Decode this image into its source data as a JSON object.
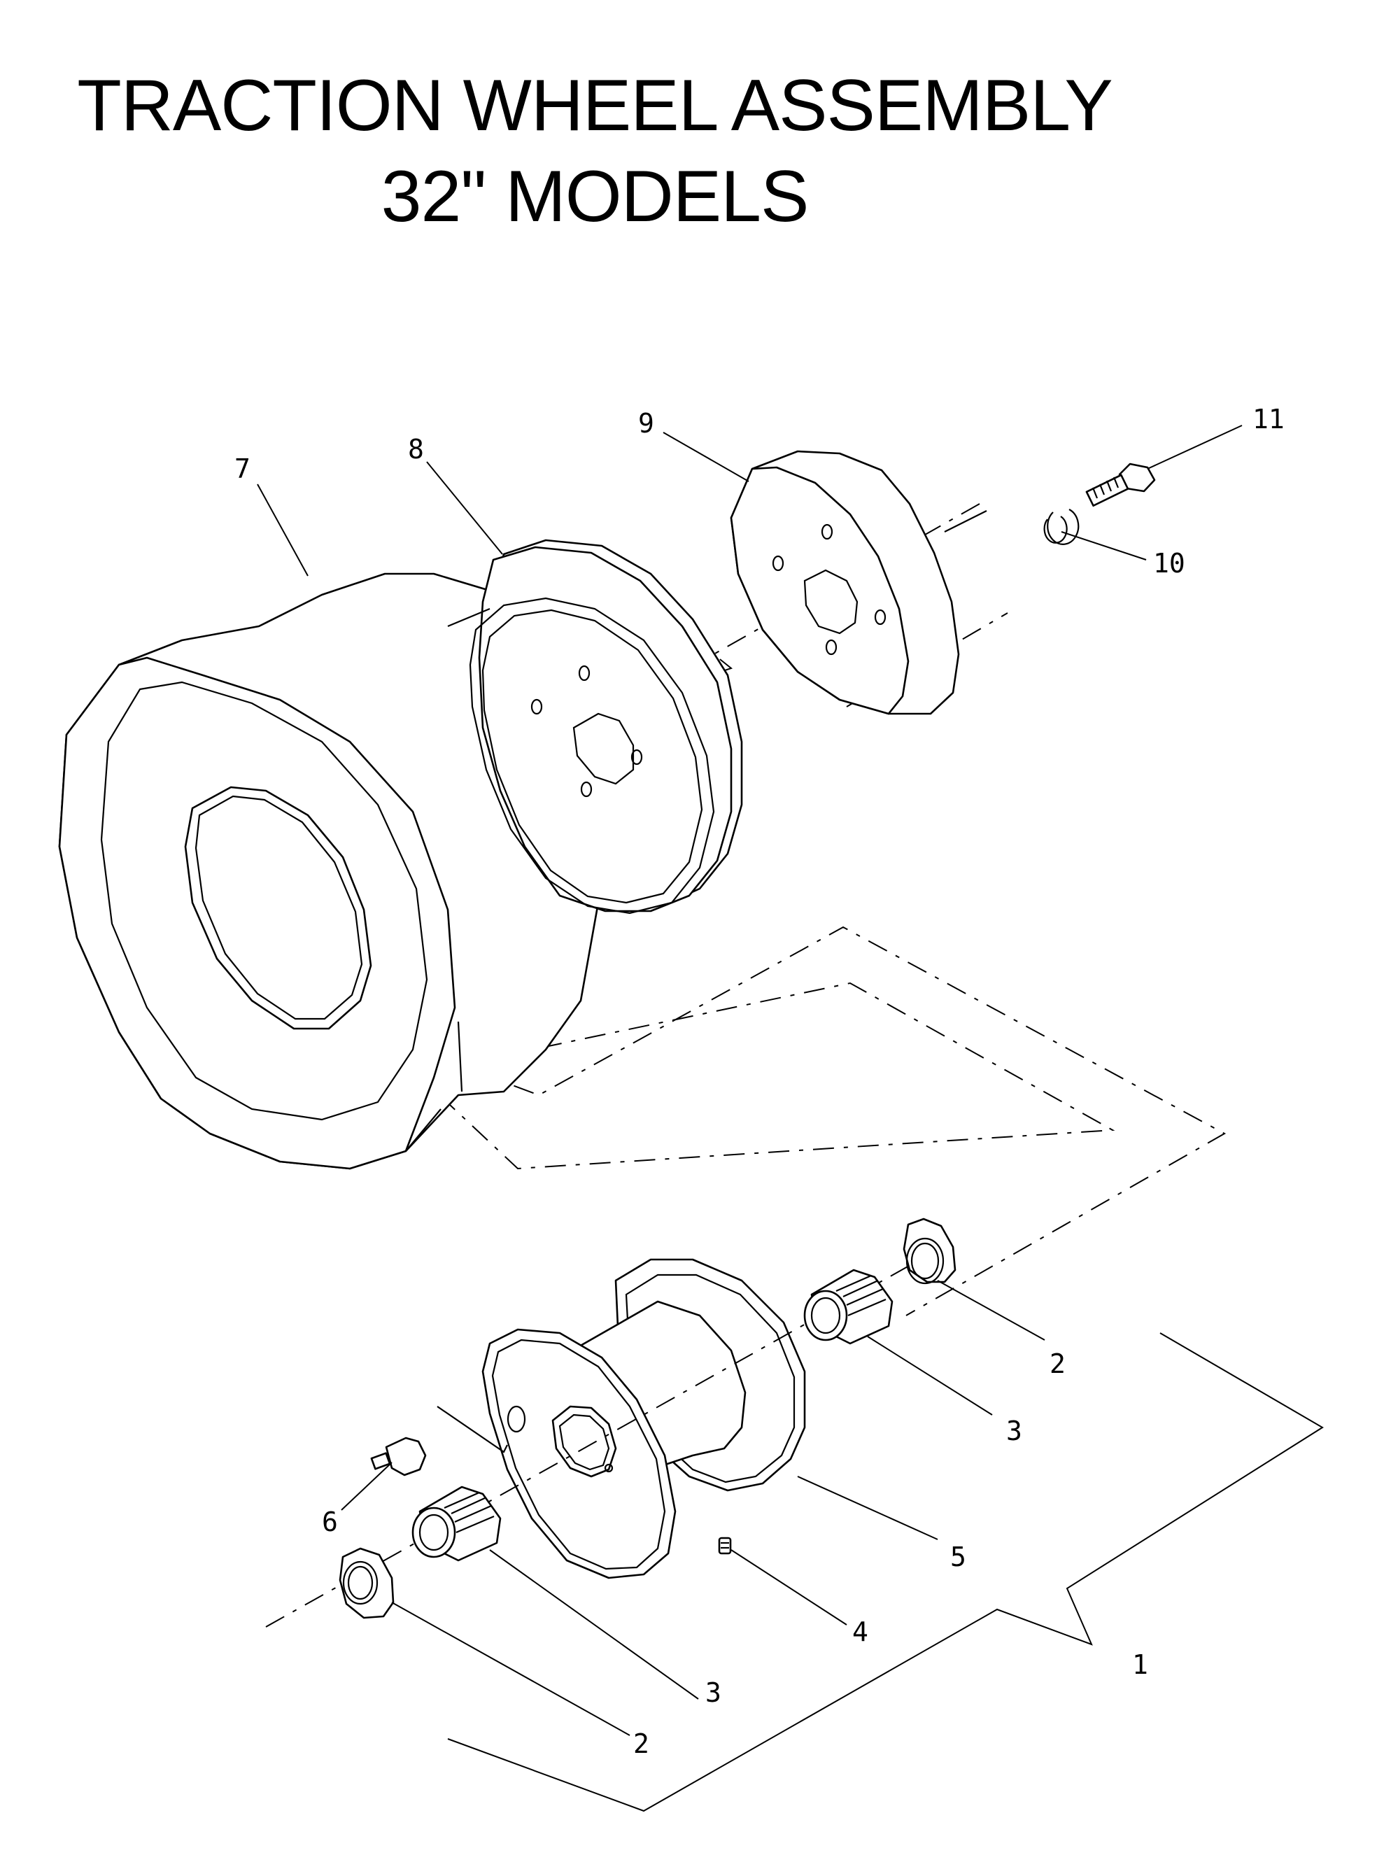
{
  "title": {
    "line1": "TRACTION WHEEL ASSEMBLY",
    "line2": "32\" MODELS"
  },
  "callouts": {
    "c1": "1",
    "c2a": "2",
    "c2b": "2",
    "c3a": "3",
    "c3b": "3",
    "c4": "4",
    "c5": "5",
    "c6": "6",
    "c7": "7",
    "c8": "8",
    "c9": "9",
    "c10": "10",
    "c11": "11"
  }
}
